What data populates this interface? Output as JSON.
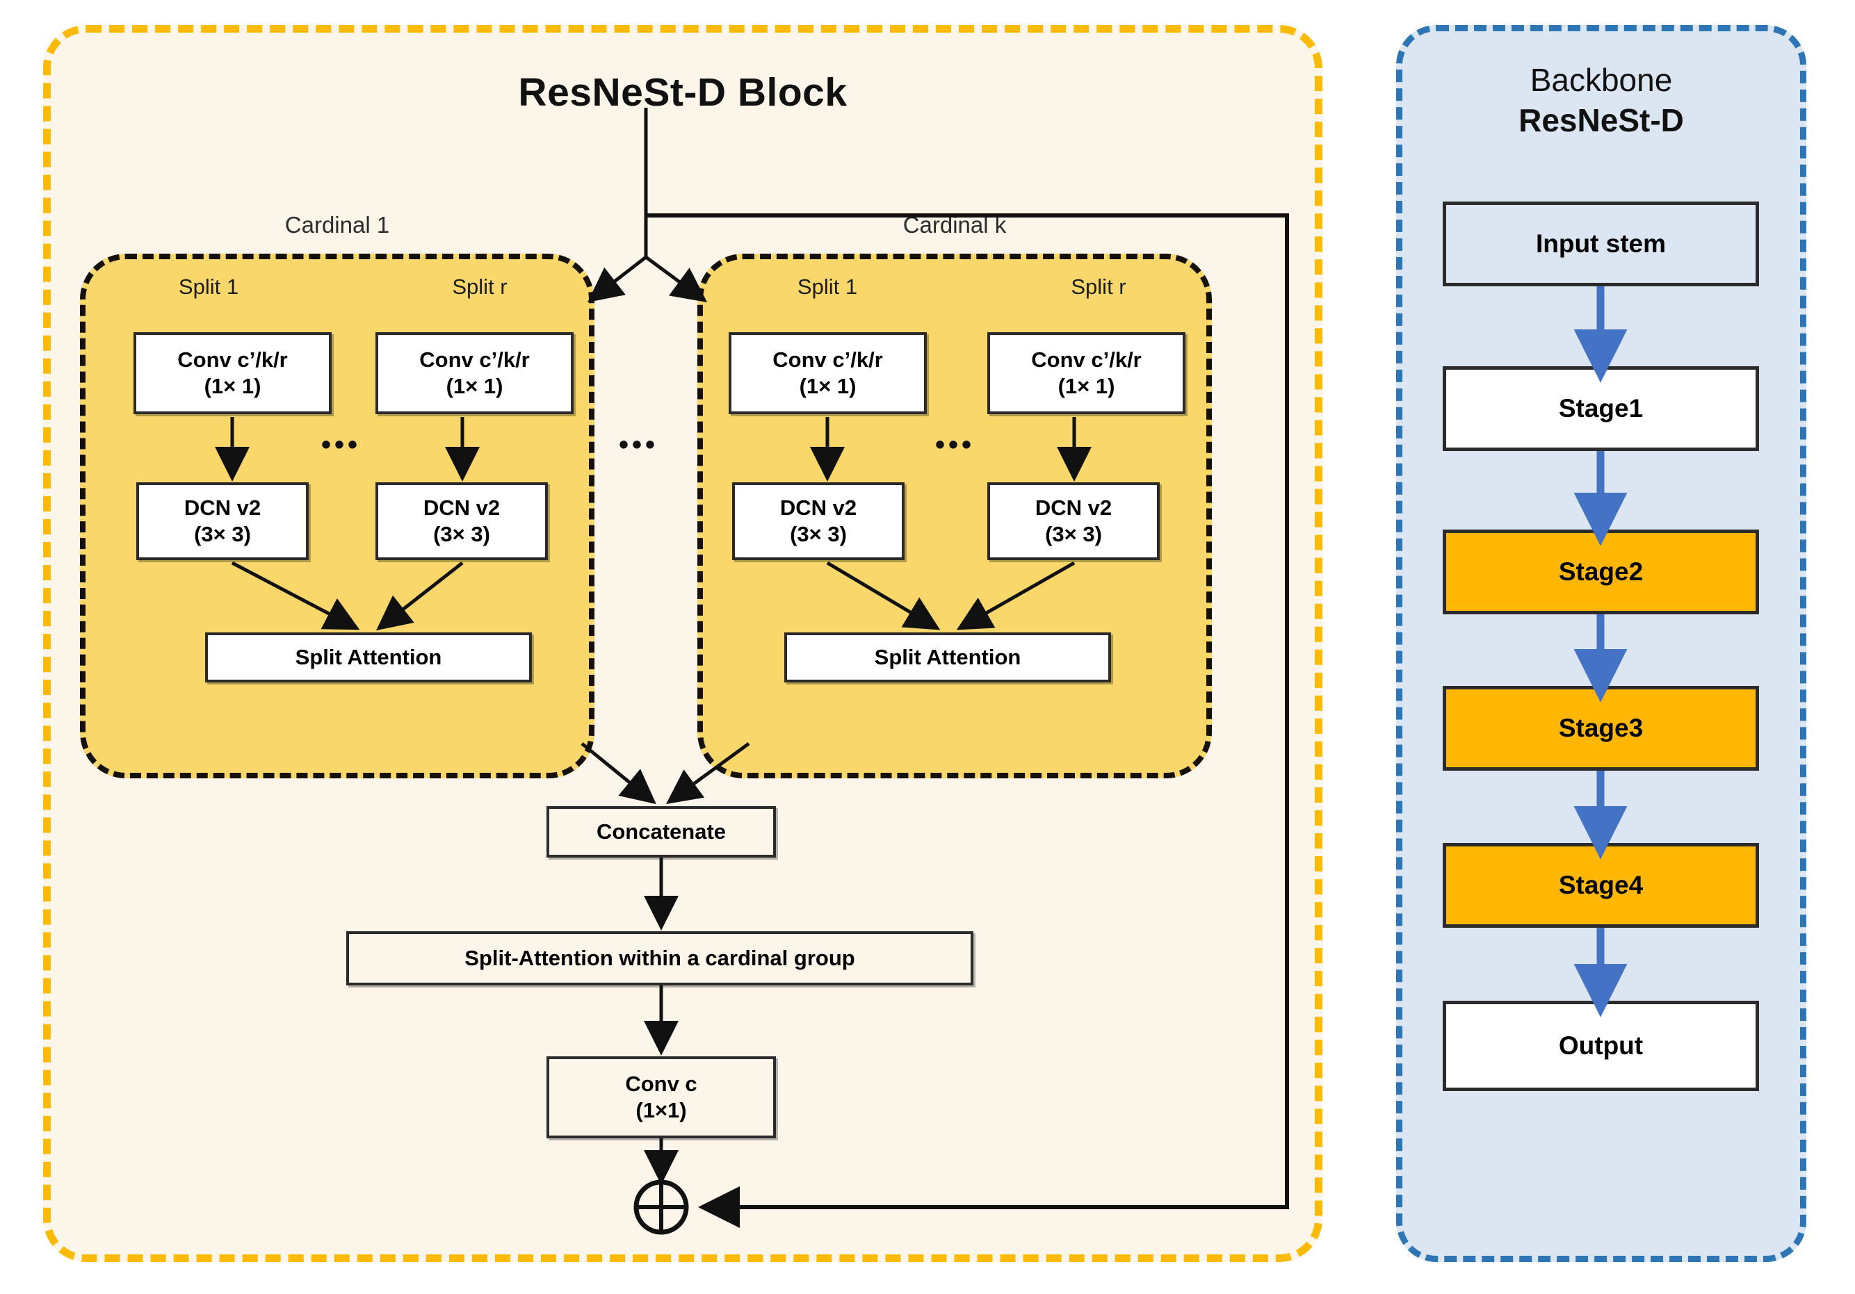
{
  "block_panel": {
    "title": "ResNeSt-D Block",
    "cardinals": [
      {
        "label": "Cardinal 1",
        "splits": [
          {
            "label": "Split 1",
            "conv": {
              "line1": "Conv  c’/k/r",
              "line2": "(1× 1)"
            },
            "dcn": {
              "line1": "DCN v2",
              "line2": "(3× 3)"
            }
          },
          {
            "label": "Split r",
            "conv": {
              "line1": "Conv  c’/k/r",
              "line2": "(1× 1)"
            },
            "dcn": {
              "line1": "DCN v2",
              "line2": "(3× 3)"
            }
          }
        ],
        "inner_ellipsis": "•••",
        "split_attention": "Split Attention"
      },
      {
        "label": "Cardinal k",
        "splits": [
          {
            "label": "Split 1",
            "conv": {
              "line1": "Conv  c’/k/r",
              "line2": "(1× 1)"
            },
            "dcn": {
              "line1": "DCN v2",
              "line2": "(3× 3)"
            }
          },
          {
            "label": "Split r",
            "conv": {
              "line1": "Conv  c’/k/r",
              "line2": "(1× 1)"
            },
            "dcn": {
              "line1": "DCN v2",
              "line2": "(3× 3)"
            }
          }
        ],
        "inner_ellipsis": "•••",
        "split_attention": "Split Attention"
      }
    ],
    "between_cardinals_ellipsis": "•••",
    "concatenate": "Concatenate",
    "split_attention_group": "Split-Attention within a cardinal group",
    "conv_out": {
      "line1": "Conv c",
      "line2": "(1×1)"
    },
    "sum_symbol": "⊕"
  },
  "backbone_panel": {
    "title_line1": "Backbone",
    "title_line2": "ResNeSt-D",
    "boxes": [
      {
        "label": "Input stem",
        "fill": "transparent"
      },
      {
        "label": "Stage1",
        "fill": "white"
      },
      {
        "label": "Stage2",
        "fill": "orange"
      },
      {
        "label": "Stage3",
        "fill": "orange"
      },
      {
        "label": "Stage4",
        "fill": "orange"
      },
      {
        "label": "Output",
        "fill": "white"
      }
    ]
  },
  "colors": {
    "block_border": "#FBBA06",
    "block_fill": "#FCF6EA",
    "backbone_border": "#2E75B6",
    "backbone_fill": "#DCE6F2",
    "cardinal_fill": "#F9D76A",
    "stage_orange": "#FFB703",
    "arrow_blue": "#4472C4",
    "wire_black": "#111111"
  }
}
